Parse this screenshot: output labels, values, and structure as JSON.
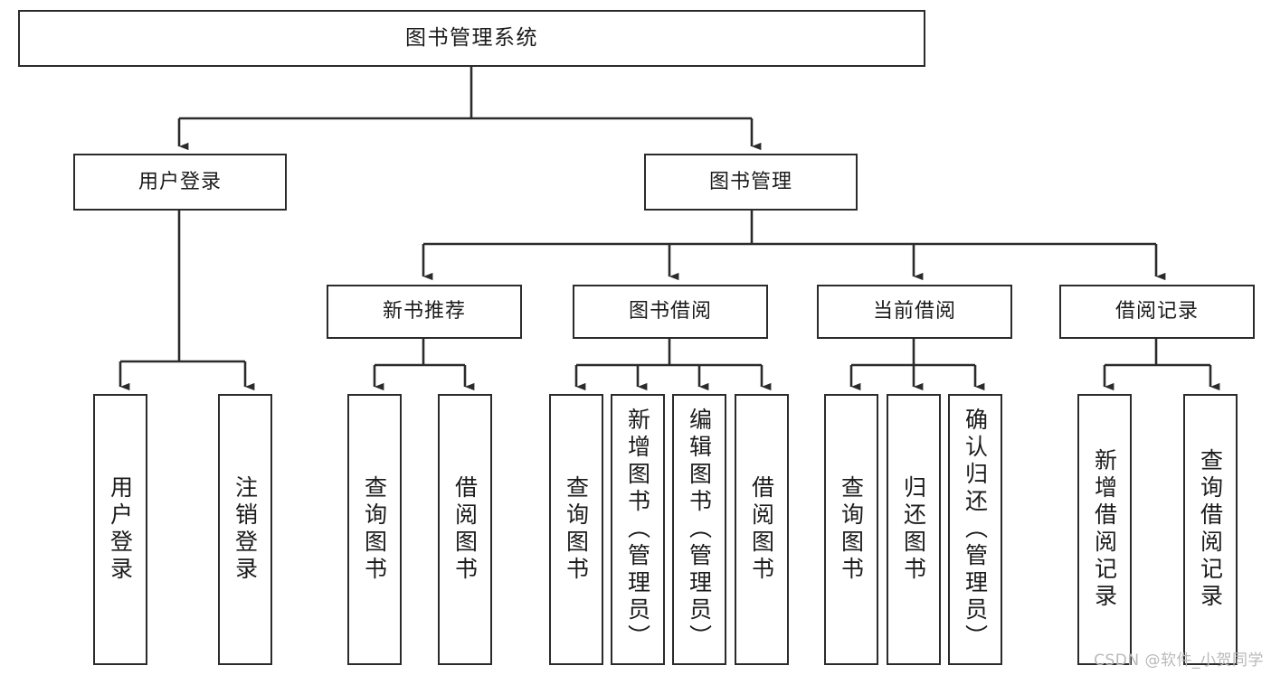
{
  "diagram": {
    "title": "图书管理系统",
    "type": "tree-hierarchy-chart",
    "colors": {
      "stroke": "#2b2b2b",
      "fill": "#ffffff",
      "background": "#ffffff",
      "watermark": "#b9b9b9"
    },
    "levels": {
      "root": {
        "label": "图书管理系统"
      },
      "level2": [
        {
          "label": "用户登录"
        },
        {
          "label": "图书管理"
        }
      ],
      "level3": [
        {
          "label": "新书推荐"
        },
        {
          "label": "图书借阅"
        },
        {
          "label": "当前借阅"
        },
        {
          "label": "借阅记录"
        }
      ],
      "leaves": [
        {
          "label": "用户登录",
          "parent": "用户登录"
        },
        {
          "label": "注销登录",
          "parent": "用户登录"
        },
        {
          "label": "查询图书",
          "parent": "新书推荐"
        },
        {
          "label": "借阅图书",
          "parent": "新书推荐"
        },
        {
          "label": "查询图书",
          "parent": "图书借阅"
        },
        {
          "label": "新增图书（管理员）",
          "parent": "图书借阅"
        },
        {
          "label": "编辑图书（管理员）",
          "parent": "图书借阅"
        },
        {
          "label": "借阅图书",
          "parent": "图书借阅"
        },
        {
          "label": "查询图书",
          "parent": "当前借阅"
        },
        {
          "label": "归还图书",
          "parent": "当前借阅"
        },
        {
          "label": "确认归还（管理员）",
          "parent": "当前借阅"
        },
        {
          "label": "新增借阅记录",
          "parent": "借阅记录"
        },
        {
          "label": "查询借阅记录",
          "parent": "借阅记录"
        }
      ]
    },
    "watermark": "CSDN @软件_小贺同学"
  }
}
